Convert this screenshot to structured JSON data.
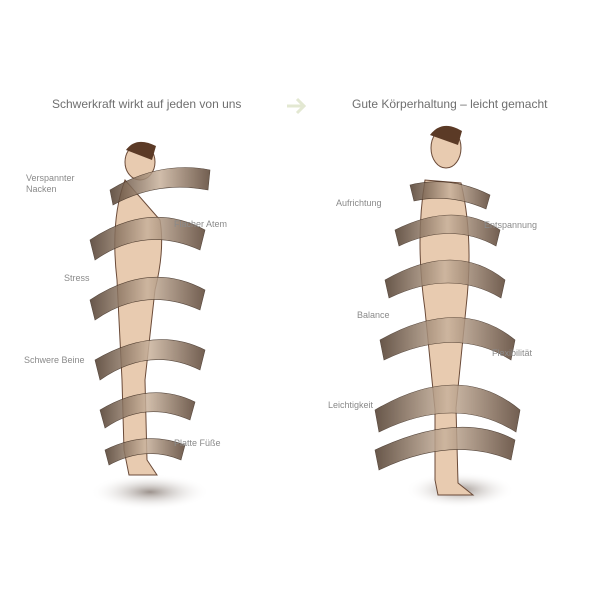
{
  "left": {
    "title": "Schwerkraft wirkt auf jeden von uns",
    "labels": [
      "Verspannter",
      "Nacken",
      "Flacher Atem",
      "Stress",
      "Schwere Beine",
      "Platte Füße"
    ]
  },
  "arrow_icon": "arrow-right-icon",
  "right": {
    "title": "Gute Körperhaltung – leicht gemacht",
    "labels": [
      "Aufrichtung",
      "Entspannung",
      "Balance",
      "Flexibilität",
      "Leichtigkeit"
    ]
  },
  "colors": {
    "ribbon": "#6b5340",
    "skin": "#e8cbb0",
    "arrow": "#e6ead8",
    "text": "#8a8a8a"
  }
}
